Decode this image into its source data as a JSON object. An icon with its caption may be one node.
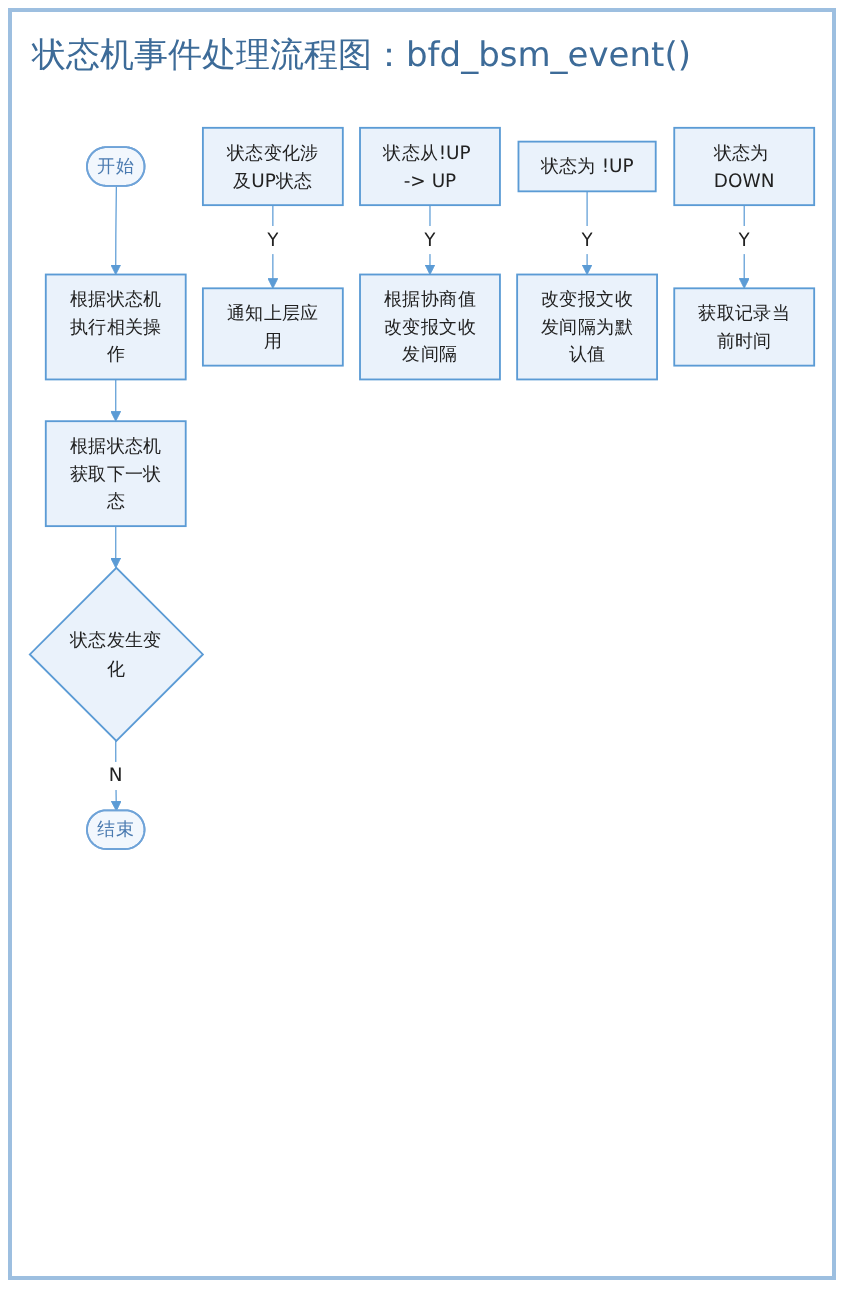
{
  "diagram": {
    "title": "状态机事件处理流程图：bfd_bsm_event()",
    "nodes": [
      {
        "text": [
          "开始"
        ]
      },
      {
        "text": [
          "根据状态机执行相关操作"
        ]
      },
      {
        "text": [
          "根据状态机获取下一状态"
        ]
      },
      {
        "text": [
          "状态发生变化"
        ]
      },
      {
        "text": [
          "状态变化涉及UP状态"
        ]
      },
      {
        "text": [
          "通知上层应用"
        ]
      },
      {
        "text": [
          "状态从!UP -> UP"
        ]
      },
      {
        "text": [
          "根据协商值改变报文收发间隔"
        ]
      },
      {
        "text": [
          "状态为 !UP"
        ]
      },
      {
        "text": [
          "改变报文收发间隔为默认值"
        ]
      },
      {
        "text": [
          "状态为 DOWN"
        ]
      },
      {
        "text": [
          "获取记录当前时间"
        ]
      },
      {
        "text": [
          "结束"
        ]
      }
    ],
    "edges": [
      {
        "from": 0,
        "to": 1,
        "arrow": "to"
      },
      {
        "from": 1,
        "to": 2,
        "arrow": "to"
      },
      {
        "from": 2,
        "to": 3,
        "arrow": "to"
      },
      {
        "from": 3,
        "to": 12,
        "arrow": "to",
        "label": "N"
      },
      {
        "from": 4,
        "to": 5,
        "arrow": "to",
        "label": "Y"
      },
      {
        "from": 6,
        "to": 7,
        "arrow": "to",
        "label": "Y"
      },
      {
        "from": 8,
        "to": 9,
        "arrow": "to",
        "label": "Y"
      },
      {
        "from": 10,
        "to": 11,
        "arrow": "to",
        "label": "Y"
      }
    ]
  }
}
